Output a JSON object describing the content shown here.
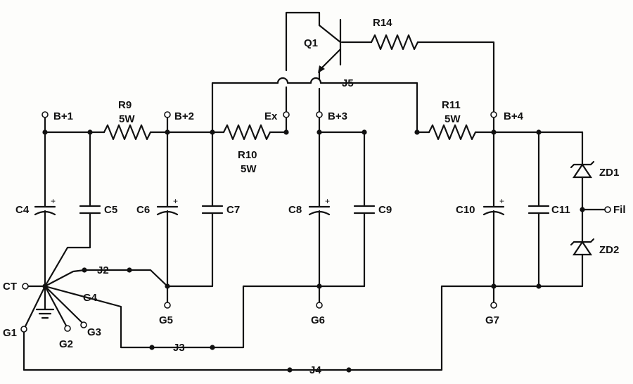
{
  "labels": {
    "r14": "R14",
    "q1": "Q1",
    "j5": "J5",
    "b1": "B+1",
    "b2": "B+2",
    "b3": "B+3",
    "b4": "B+4",
    "ex": "Ex",
    "r9": "R9",
    "r9w": "5W",
    "r10": "R10",
    "r10w": "5W",
    "r11": "R11",
    "r11w": "5W",
    "c4": "C4",
    "c5": "C5",
    "c6": "C6",
    "c7": "C7",
    "c8": "C8",
    "c9": "C9",
    "c10": "C10",
    "c11": "C11",
    "zd1": "ZD1",
    "zd2": "ZD2",
    "fil": "Fil",
    "ct": "CT",
    "j2": "J2",
    "j3": "J3",
    "j4": "J4",
    "g1": "G1",
    "g2": "G2",
    "g3": "G3",
    "g4": "G4",
    "g5": "G5",
    "g6": "G6",
    "g7": "G7"
  },
  "polarity_mark": "+"
}
